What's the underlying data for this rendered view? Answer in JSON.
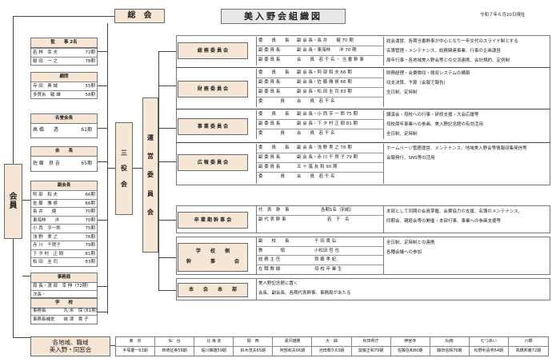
{
  "title": "美入野会組織図",
  "date": "令和７年６月20日現在",
  "soukai": "総　会",
  "kaiin": [
    "会",
    "員"
  ],
  "sanyokai": [
    "三",
    "役",
    "会"
  ],
  "uneiiinkai": [
    "運",
    "営",
    "委",
    "員",
    "会"
  ],
  "regional_label": [
    "各地域、職域",
    "美入野・同窓会"
  ],
  "left": {
    "kanji": {
      "title": "監　　事 2名",
      "rows": [
        {
          "name": "若 林　幸 夫",
          "term": "72期"
        },
        {
          "name": "飯 田　一 之",
          "term": "78期"
        }
      ]
    },
    "komon": {
      "title": "顧問",
      "rows": [
        {
          "name": "寺 田　典 城",
          "term": "55期"
        },
        {
          "name": "多賀糸　敏 雄",
          "term": "58期"
        }
      ]
    },
    "meiyo": {
      "title": "名誉会長",
      "rows": [
        {
          "name": "高 橋　　透",
          "term": "61期"
        }
      ]
    },
    "kaicho": {
      "title": "会　　長",
      "rows": [
        {
          "name": "佐 藤　良 吉",
          "term": "65期"
        }
      ]
    },
    "fukukaicho": {
      "title": "副会長",
      "rows": [
        {
          "name": "阿 部　和 夫",
          "term": "66期"
        },
        {
          "name": "佐 藤　雅 侯",
          "term": "66期"
        },
        {
          "name": "長 井　　健",
          "term": "70期"
        },
        {
          "name": "東海林　　洋",
          "term": "70期"
        },
        {
          "name": "小 西　亨一郎",
          "term": "75期"
        },
        {
          "name": "浅 野　実 之",
          "term": "76期"
        },
        {
          "name": "赤 川　千賀子",
          "term": "79期"
        },
        {
          "name": "下 タ 村　正 樹",
          "term": "81期"
        },
        {
          "name": "松 田　圭 司",
          "term": "83期"
        }
      ]
    },
    "jimukyoku": {
      "title": "事務局",
      "rows": [
        {
          "name": "局 長・渡 部　幸 伸（72期）"
        },
        {
          "name": "次長・"
        }
      ]
    },
    "gakko": {
      "title": "学　　校",
      "rows": [
        {
          "name": "事務長　　　　久 米　保 (81期)"
        },
        {
          "name": "事務長補佐　　嶋 津　貴 子"
        }
      ]
    }
  },
  "committees": [
    {
      "name": "総 務 委 員 会",
      "rows": [
        [
          "委　　員　　長",
          "副 会 長・長 井　　健 70 期"
        ],
        [
          "副 委 員 長",
          "副 会 長・東海林　　洋 70 期"
        ],
        [
          "副 委 員 長",
          "会　　員　若 干 名 ・ 当 番 幹 事"
        ]
      ],
      "duties": [
        "総会運営、各期当番幹事が中心となり一年交代のスライド制とする",
        "名簿管理・メンテナンス、総務関連事業、行事の企画運営",
        "周年行事・各地域美入野会等との交流連携、会計規約、定例制"
      ]
    },
    {
      "name": "財 務 委 員 会",
      "rows": [
        [
          "委　　員　　長",
          "副 会 長・阿 部 和 夫 66 期"
        ],
        [
          "副 委 員 長",
          "副 会 長・佐 藤 雅 侯 66 期"
        ],
        [
          "副 委 員 長",
          "副 会 長・松 田 圭 司 83 期"
        ],
        [
          "委　　　　員",
          "会　　員　若 干 名"
        ]
      ],
      "duties": [
        "財務経理・会費徴収・微収システムの構築",
        "収支決算、予算（会報で報告）",
        "全日制、定時制"
      ]
    },
    {
      "name": "事 業 委 員 会",
      "rows": [
        [
          "委　　員　　長",
          "副 会 長・小 西 亨 一 郎 75 期"
        ],
        [
          "副 委 員 長",
          "副 会 長・下 タ 村 正 樹 81 期"
        ],
        [
          "委　　　　員",
          "会　　員　若 干 名"
        ]
      ],
      "duties": [
        "講演会・母校への行事・研修支援・大会応援等",
        "母校周年事業への参画、美入野記念館の有効活用",
        "全日制、定時制"
      ]
    },
    {
      "name": "広 報 委 員 会",
      "rows": [
        [
          "委　　員　　長",
          "副 会 長・浅 野 実 之 76 期"
        ],
        [
          "副 委 員 長",
          "副 会 長・赤 川 千 賀 子 79 期"
        ],
        [
          "副 委 員 長",
          "五 十 嵐 友 和 90 期"
        ],
        [
          "委　　　　員",
          "会　　員　若 干 名"
        ]
      ],
      "duties": [
        "ホームページ管理運営、メンテナンス、地域美入野会等情報収集発信等",
        "会報発行、SNS等の活用"
      ]
    }
  ],
  "sotsugyo": {
    "name": "卒 業 期 幹 事 会",
    "rows": [
      [
        "代　表　幹　事",
        "各期1名（別紙）"
      ],
      [
        "副 代 表 幹 事",
        "若　干　名"
      ]
    ],
    "duties": [
      "本部として同期の会員掌握、会費協力の支援、名簿のメンテナンス、",
      "同期会、親睦会等の開催・本部行事、事業への参画支援等"
    ]
  },
  "gakkogawa": {
    "name1": "学　　校　　側",
    "name2": "幹　　　　事　　　　会",
    "rows": [
      [
        "副　　校　　長",
        "千 田 貴 弘"
      ],
      [
        "教　　　　頭",
        "小松田 哲 也"
      ],
      [
        "総 務 主 任",
        "齊 藤 孝 紀"
      ],
      [
        "在 職 教 諭",
        "母 校 卒 業 生"
      ]
    ],
    "duties": [
      "全日制、定時制との連携",
      "各種会議への参加"
    ]
  },
  "honkai": {
    "name": "本　　会　　本　　部",
    "duties": [
      "美入野記念館に置く",
      "会長、副会長、各期代表幹事、事務局があたる"
    ]
  },
  "regions": [
    {
      "place": "東　京",
      "leader": "手塚慶一63期"
    },
    {
      "place": "仙　台",
      "leader": "柿崎征英58期"
    },
    {
      "place": "北 海 道",
      "leader": "堀川輝雄59期"
    },
    {
      "place": "関　西",
      "leader": "鈴木茂夫65期"
    },
    {
      "place": "湯沢雄勝",
      "leader": "阿部和夫66期"
    },
    {
      "place": "大　曲",
      "leader": "池田泰久63期"
    },
    {
      "place": "秋田県庁",
      "leader": "齋藤正和79期"
    },
    {
      "place": "神宮寺",
      "leader": "佐藤信和80期"
    },
    {
      "place": "仙南",
      "leader": "藤田信晴76期"
    },
    {
      "place": "むつあい",
      "leader": "松野利喜男64期"
    },
    {
      "place": "六郷",
      "leader": "高橋邦義72期"
    }
  ]
}
